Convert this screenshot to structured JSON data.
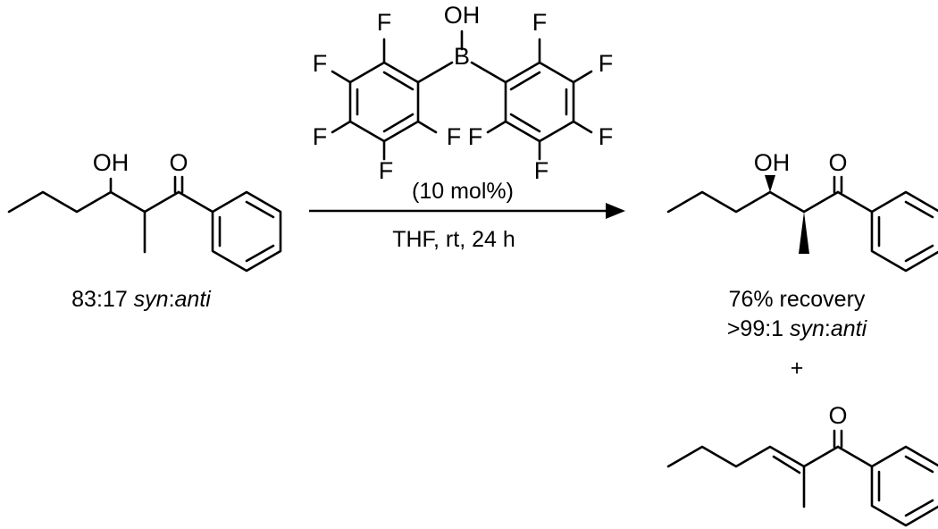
{
  "catalyst": {
    "atoms": {
      "o": "OH",
      "b": "B",
      "f1": "F",
      "f2": "F",
      "f3": "F",
      "f4": "F",
      "f5": "F",
      "f6": "F",
      "f7": "F",
      "f8": "F",
      "f9": "F",
      "f10": "F"
    },
    "loading": "(10 mol%)"
  },
  "conditions": "THF, rt, 24 h",
  "reactant": {
    "atoms": {
      "oh": "OH",
      "o": "O"
    },
    "ratio_number": "83:17 ",
    "ratio_syn": "syn",
    "ratio_sep": ":",
    "ratio_anti": "anti"
  },
  "product1": {
    "atoms": {
      "oh": "OH",
      "o": "O"
    },
    "recovery": "76% recovery",
    "ratio_number": ">99:1 ",
    "ratio_syn": "syn",
    "ratio_sep": ":",
    "ratio_anti": "anti"
  },
  "plus": "+",
  "product2": {
    "atoms": {
      "o": "O"
    }
  }
}
